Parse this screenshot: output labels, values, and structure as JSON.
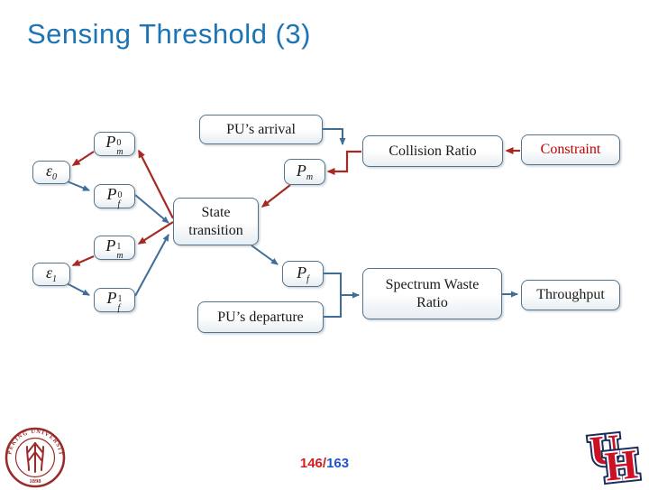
{
  "title": "Sensing Threshold (3)",
  "page": {
    "current": "146/",
    "total": "163"
  },
  "colors": {
    "title_blue": "#1C74B5",
    "box_border": "#54748C",
    "arrow_blue": "#3E6D99",
    "arrow_red": "#A52A24",
    "constraint_red": "#C00000",
    "page_red": "#D01F1F",
    "page_blue": "#1F55C8",
    "seal_red": "#9B2B28",
    "uh_red": "#CC1126",
    "uh_navy": "#1B2D5B"
  },
  "diagram": {
    "nodes": {
      "pu_arrival": {
        "label": "PU’s arrival"
      },
      "collision_ratio": {
        "label": "Collision Ratio"
      },
      "constraint": {
        "label": "Constraint"
      },
      "state_transition": {
        "line1": "State",
        "line2": "transition"
      },
      "pu_departure": {
        "label": "PU’s departure"
      },
      "spectrum_waste": {
        "line1": "Spectrum Waste",
        "line2": "Ratio"
      },
      "throughput": {
        "label": "Throughput"
      },
      "pm0": {
        "base": "P",
        "sup": "0",
        "sub": "m"
      },
      "pf0": {
        "base": "P",
        "sup": "0",
        "sub": "f"
      },
      "pm1": {
        "base": "P",
        "sup": "1",
        "sub": "m"
      },
      "pf1": {
        "base": "P",
        "sup": "1",
        "sub": "f"
      },
      "pm": {
        "base": "P",
        "sub": "m"
      },
      "pf": {
        "base": "P",
        "sub": "f"
      },
      "eps0": {
        "base": "ε",
        "sub": "0"
      },
      "eps1": {
        "base": "ε",
        "sub": "1"
      }
    }
  },
  "logos": {
    "left": {
      "ring_text": "PEKING UNIVERSITY",
      "year": "1898"
    },
    "right": {
      "letter_u": "U",
      "letter_h": "H"
    }
  }
}
